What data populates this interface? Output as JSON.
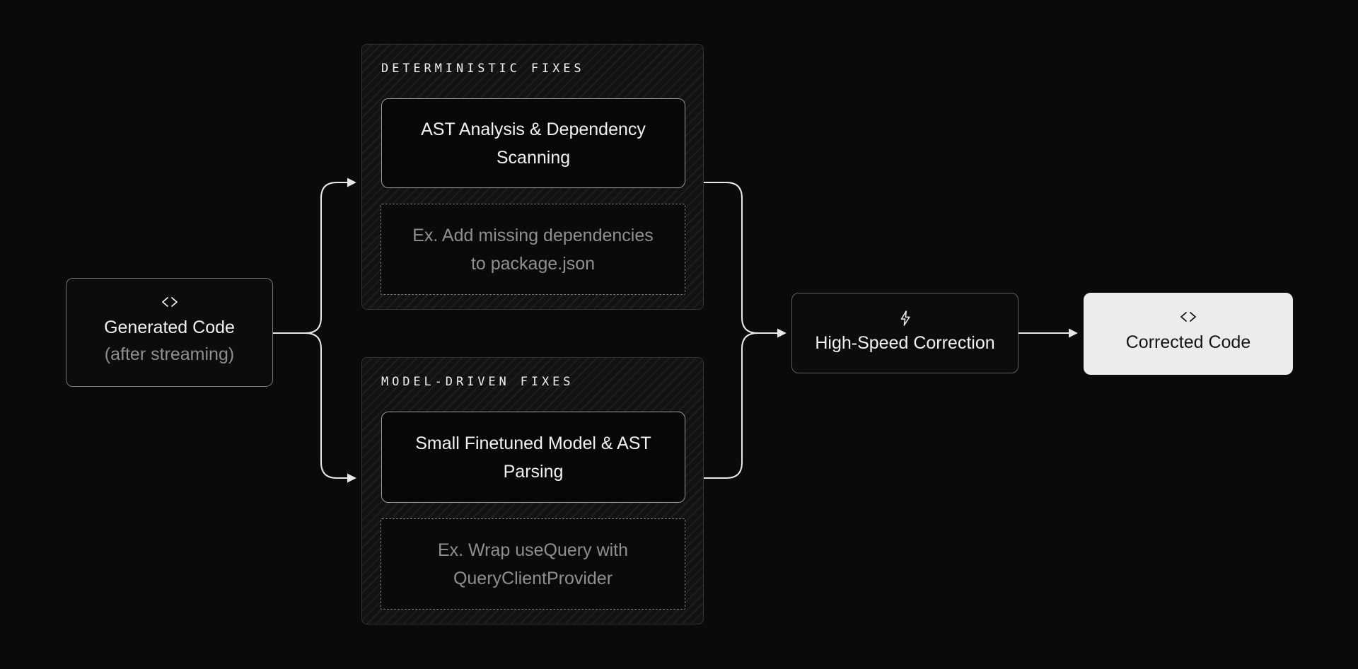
{
  "diagram": {
    "nodes": {
      "generated_code": {
        "icon": "code-icon",
        "title": "Generated Code",
        "subtitle": "(after streaming)"
      },
      "deterministic": {
        "title": "DETERMINISTIC FIXES",
        "step": "AST Analysis & Dependency Scanning",
        "example": "Ex. Add missing dependencies to package.json"
      },
      "model_driven": {
        "title": "MODEL-DRIVEN FIXES",
        "step": "Small Finetuned Model & AST Parsing",
        "example": "Ex. Wrap useQuery with QueryClientProvider"
      },
      "high_speed": {
        "icon": "lightning-icon",
        "title": "High-Speed Correction"
      },
      "corrected_code": {
        "icon": "code-icon",
        "title": "Corrected Code"
      }
    },
    "edges": [
      {
        "from": "generated_code",
        "to": "deterministic"
      },
      {
        "from": "generated_code",
        "to": "model_driven"
      },
      {
        "from": "deterministic",
        "to": "high_speed"
      },
      {
        "from": "model_driven",
        "to": "high_speed"
      },
      {
        "from": "high_speed",
        "to": "corrected_code"
      }
    ],
    "colors": {
      "background": "#0a0a0a",
      "panel_border": "#333333",
      "node_border": "#9a9a9a",
      "connector": "#e8e8e8",
      "text_primary": "#f2f2f2",
      "text_muted": "#8f8f8f",
      "highlight_node_bg": "#ececec",
      "highlight_node_text": "#141414"
    }
  }
}
